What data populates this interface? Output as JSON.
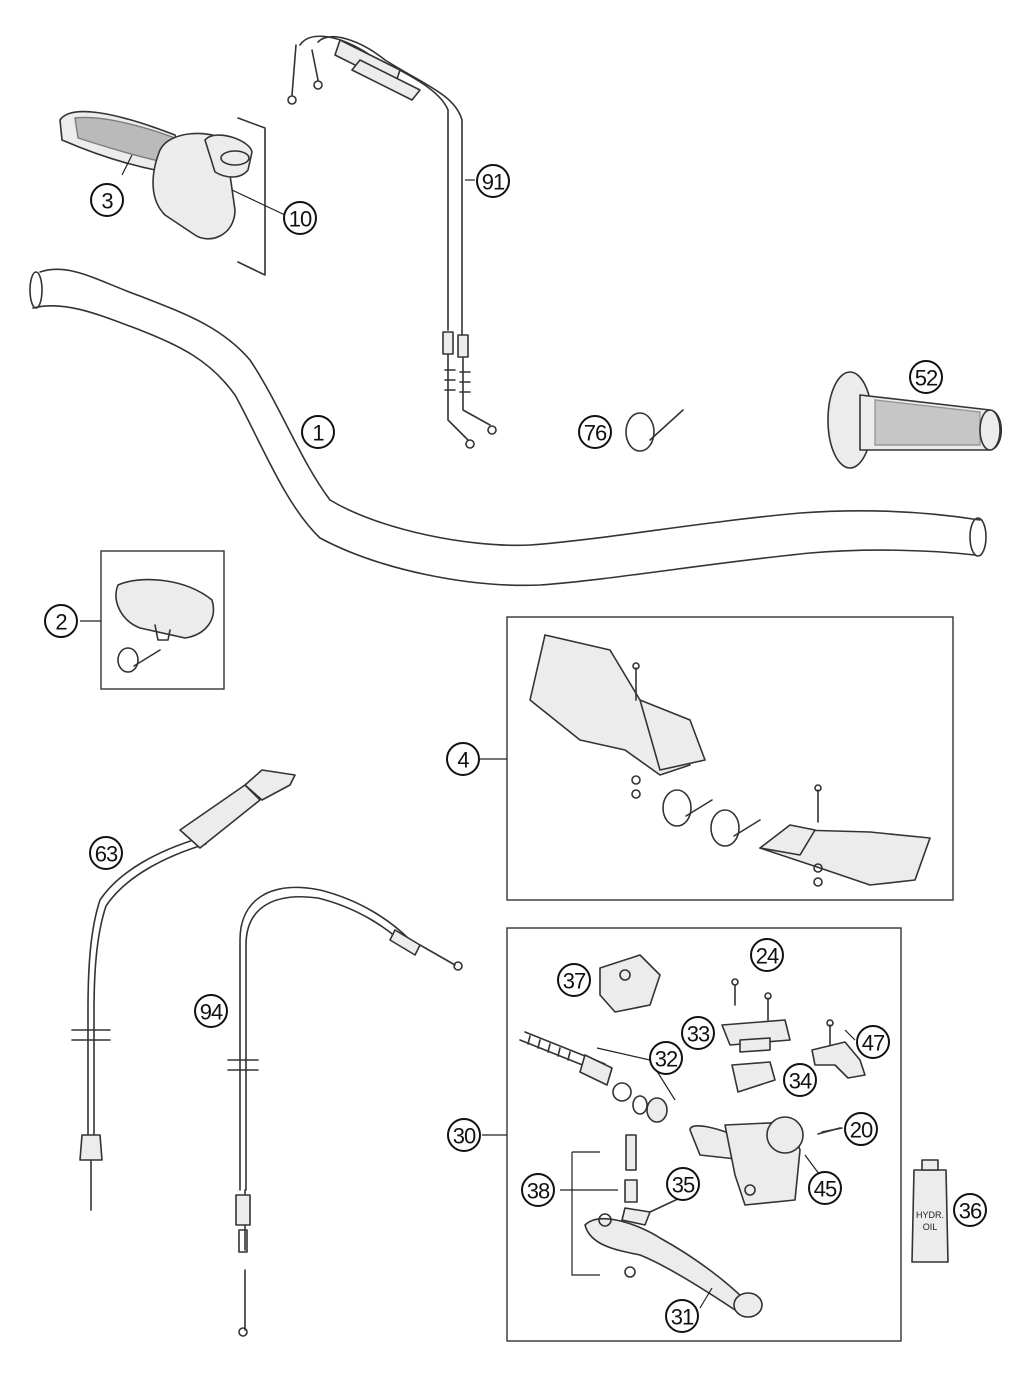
{
  "diagram": {
    "callouts": [
      "1",
      "2",
      "3",
      "4",
      "10",
      "20",
      "24",
      "30",
      "31",
      "32",
      "33",
      "34",
      "35",
      "36",
      "37",
      "38",
      "45",
      "47",
      "52",
      "63",
      "76",
      "91",
      "94"
    ],
    "bottle_label": [
      "HYDR.",
      "OIL"
    ]
  }
}
